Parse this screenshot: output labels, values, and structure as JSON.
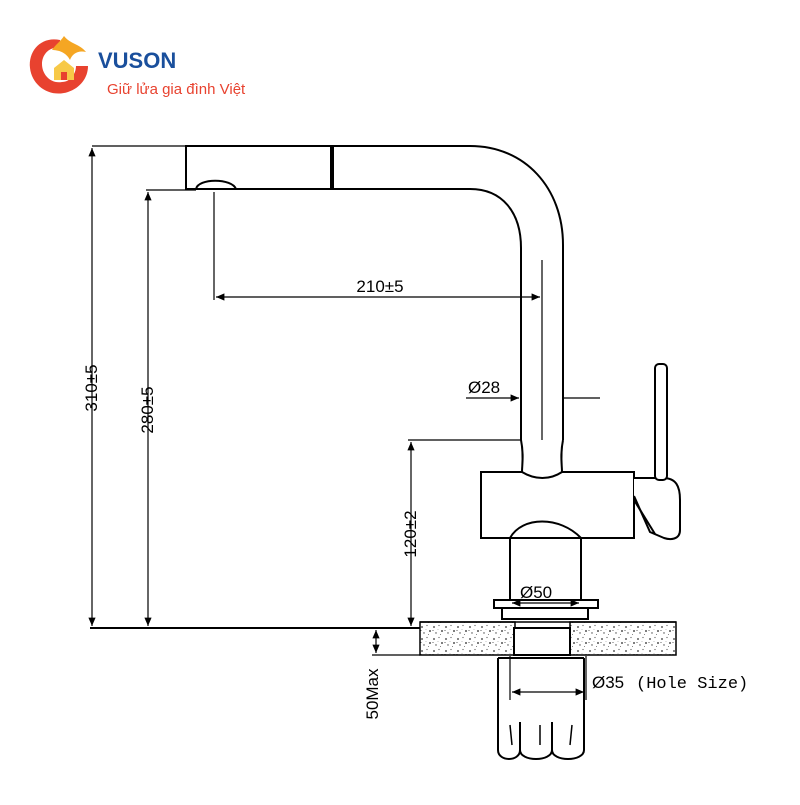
{
  "brand": {
    "name": "VUSON",
    "tagline": "Giữ lửa gia đình Việt",
    "colors": {
      "name": "#1a4f9c",
      "tagline": "#e8422f",
      "flame_red": "#e8422f",
      "flame_orange": "#f5a623",
      "house": "#f7c948"
    }
  },
  "dimensions": {
    "total_height": "310±5",
    "spout_height": "280±5",
    "spout_reach": "210±5",
    "tube_diameter": "Ø28",
    "body_height": "120±2",
    "base_diameter": "Ø50",
    "counter_thickness": "50Max",
    "hole_diameter": "Ø35",
    "hole_note": "(Hole Size)"
  }
}
